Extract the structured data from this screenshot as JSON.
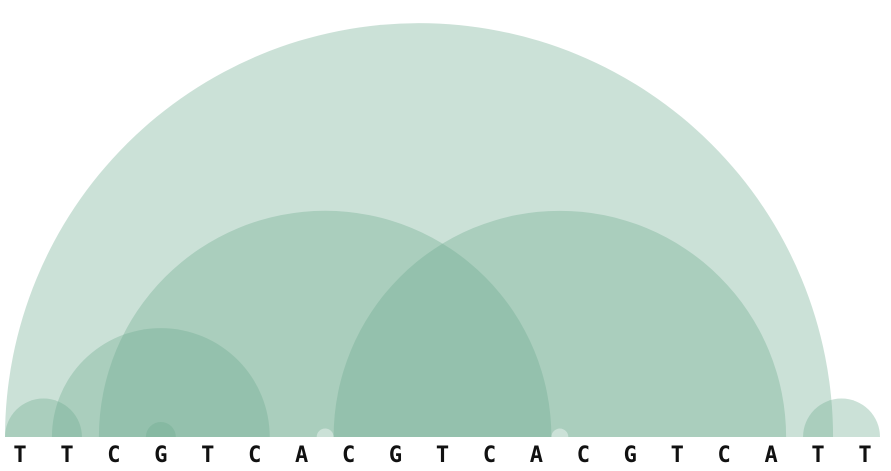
{
  "diagram": {
    "sequence": [
      "T",
      "T",
      "C",
      "G",
      "T",
      "C",
      "A",
      "C",
      "G",
      "T",
      "C",
      "A",
      "C",
      "G",
      "T",
      "C",
      "A",
      "T",
      "T"
    ],
    "arc_color": "#6fab91",
    "arc_opacity": 0.36,
    "arcs": [
      {
        "name": "arc-outer-repeat",
        "a": [
          0,
          18
        ],
        "b": [
          1,
          17
        ]
      },
      {
        "name": "arc-repeat-cgtca-left",
        "a": [
          2,
          6
        ],
        "b": [
          7,
          11
        ]
      },
      {
        "name": "arc-repeat-cgtca-right",
        "a": [
          7,
          11
        ],
        "b": [
          12,
          16
        ]
      },
      {
        "name": "arc-palindrome-left",
        "a": [
          1,
          4
        ],
        "b": [
          2,
          5
        ]
      },
      {
        "name": "arc-pair-tt-left",
        "a": [
          0,
          1
        ],
        "b": [
          0,
          1
        ]
      },
      {
        "name": "arc-pair-g-left",
        "a": [
          3,
          3
        ],
        "b": [
          3,
          3
        ]
      },
      {
        "name": "arc-pair-tt-right",
        "a": [
          17,
          18
        ],
        "b": [
          17,
          18
        ]
      }
    ]
  }
}
